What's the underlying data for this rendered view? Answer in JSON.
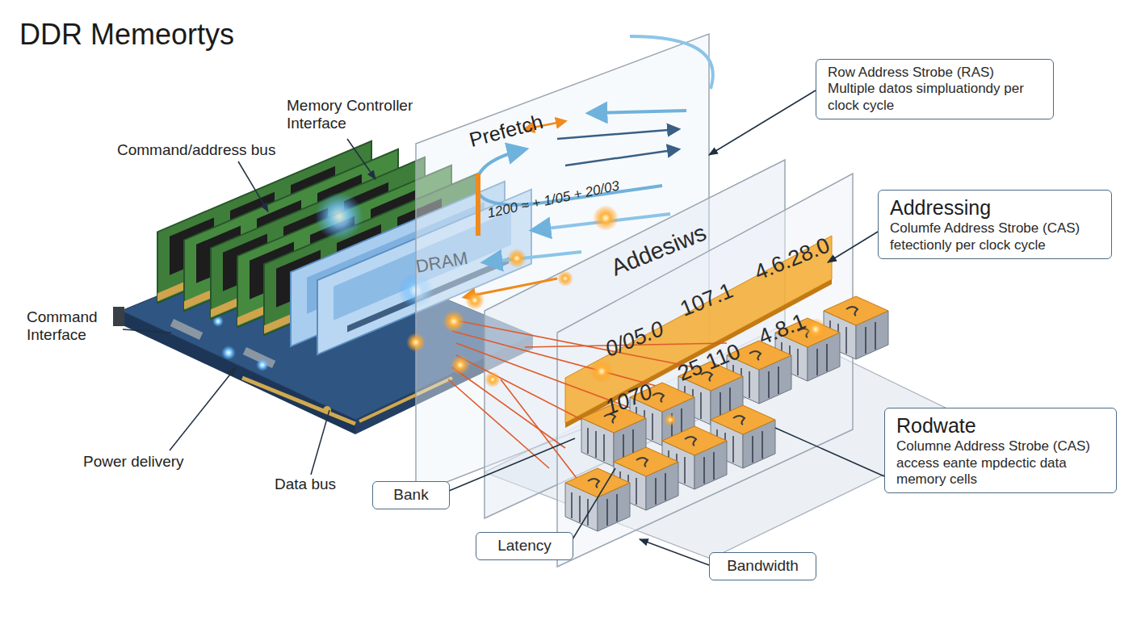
{
  "diagram": {
    "title": "DDR Memeortys",
    "nodes": [
      {
        "text": [
          "Row Address Strobe (RAS)",
          "Multiple datos simpluationdy per clock cycle"
        ]
      },
      {
        "text": [
          "Addressing",
          "Columfe Address Strobe (CAS) fetectionly per clock cycle"
        ]
      },
      {
        "text": [
          "Rodwate",
          "Columne Address Strobe (CAS) access eante mpdectic data memory cells"
        ]
      },
      {
        "text": [
          "Bank"
        ]
      },
      {
        "text": [
          "Latency"
        ]
      },
      {
        "text": [
          "Bandwidth"
        ]
      }
    ],
    "labels": [
      "Memory Controller Interface",
      "Command/address bus",
      "Command Interface",
      "Power delivery",
      "Data bus",
      "Prefetch",
      "1200 ≈ + 1/05 + 20/03",
      "DRAM",
      "Addesiws",
      "0/05.0",
      "107.1",
      "4.6.28.0",
      "1070",
      "25 110",
      "4.8.1"
    ]
  }
}
